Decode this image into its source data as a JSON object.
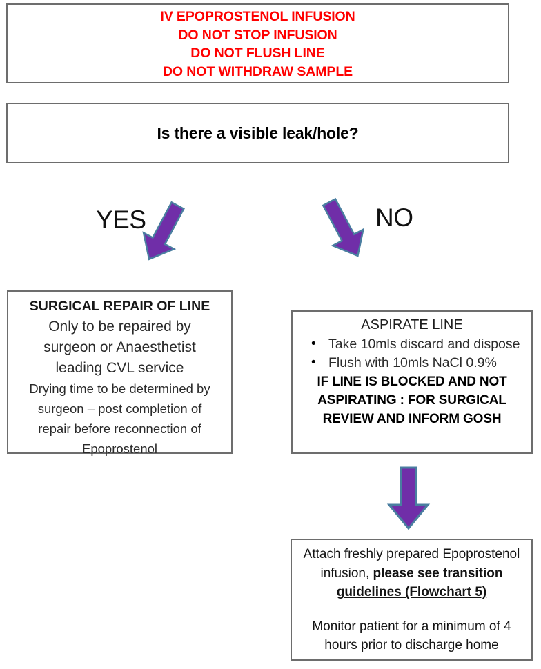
{
  "colors": {
    "alert_text": "#FF0000",
    "arrow_fill": "#702EA8",
    "arrow_stroke": "#4A7EA0",
    "box_border": "#6D6D6D",
    "body_text": "#000000"
  },
  "warning_box": {
    "lines": [
      "IV EPOPROSTENOL INFUSION",
      "DO NOT STOP INFUSION",
      "DO NOT FLUSH LINE",
      "DO NOT WITHDRAW SAMPLE"
    ]
  },
  "question_box": {
    "text": "Is there a visible leak/hole?"
  },
  "branches": {
    "yes_label": "YES",
    "no_label": "NO"
  },
  "surgical_box": {
    "heading": "SURGICAL REPAIR OF LINE",
    "lines_large": [
      "Only to be repaired by",
      "surgeon or Anaesthetist",
      "leading CVL service"
    ],
    "lines_small": [
      "Drying time to be determined by",
      "surgeon – post completion of",
      "repair before reconnection of",
      "Epoprostenol"
    ]
  },
  "aspirate_box": {
    "heading": "ASPIRATE LINE",
    "bullets": [
      "Take 10mls discard and dispose",
      "Flush with 10mls NaCl 0.9%"
    ],
    "emphasis_lines": [
      "IF LINE IS BLOCKED AND NOT",
      "ASPIRATING : FOR SURGICAL",
      "REVIEW AND INFORM GOSH"
    ]
  },
  "attach_box": {
    "para1_prefix": "Attach freshly prepared Epoprostenol infusion, ",
    "para1_emphasis": "please see transition guidelines (Flowchart 5)",
    "para2": "Monitor patient for a minimum of 4 hours prior to discharge home"
  },
  "icons": {
    "arrow_yes": "arrow-down-left-icon",
    "arrow_no": "arrow-down-right-icon",
    "arrow_down": "arrow-down-icon"
  }
}
